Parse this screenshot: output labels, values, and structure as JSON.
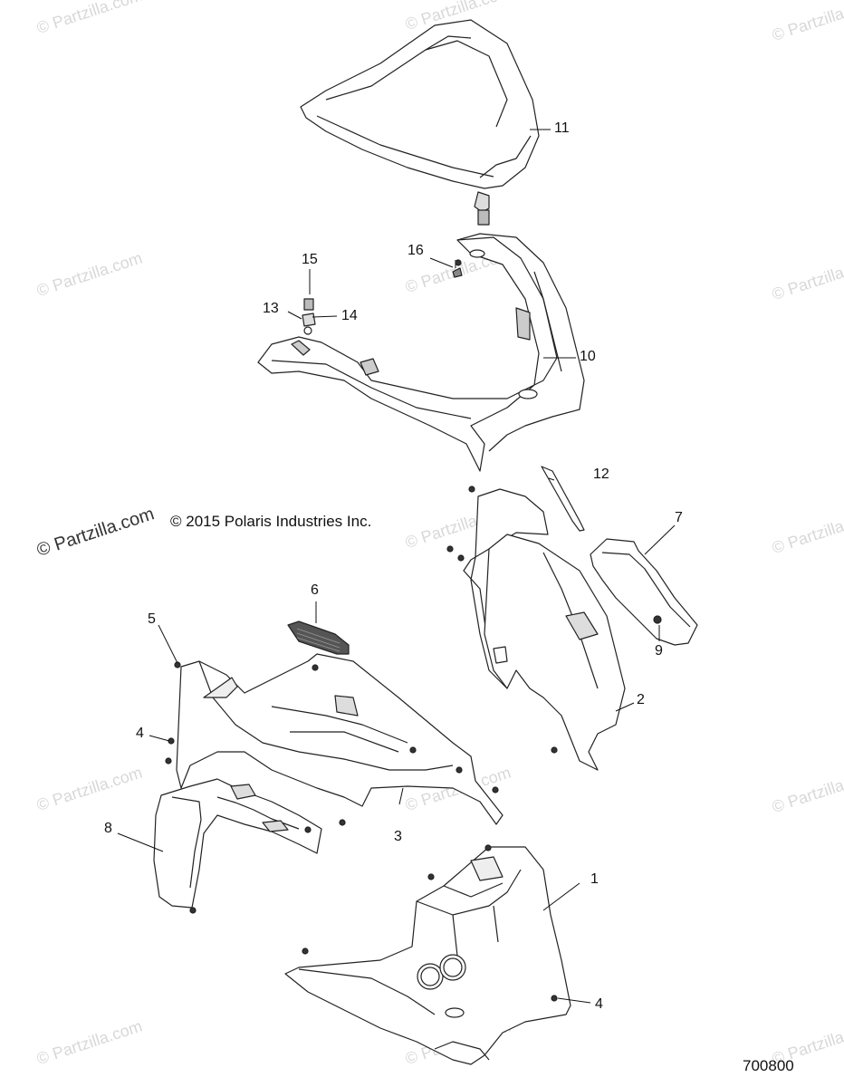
{
  "copyright": "© 2015 Polaris Industries Inc.",
  "diagram_id": "700800",
  "watermark_main": "© Partzilla.com",
  "watermark_faint": "© Partzilla.com",
  "callouts": {
    "c1": "1",
    "c2": "2",
    "c3": "3",
    "c4a": "4",
    "c4b": "4",
    "c5": "5",
    "c6": "6",
    "c7": "7",
    "c8": "8",
    "c9": "9",
    "c10": "10",
    "c11": "11",
    "c12": "12",
    "c13": "13",
    "c14": "14",
    "c15": "15",
    "c16": "16"
  }
}
